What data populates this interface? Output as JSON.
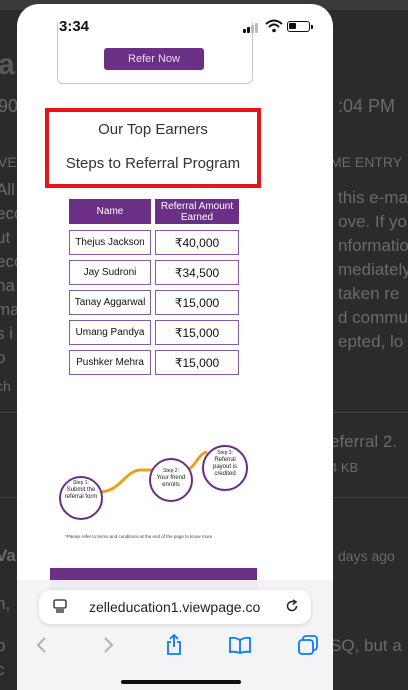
{
  "background": {
    "title_fragment": "a",
    "date_fragment": "90",
    "time_fragment": ":04 PM",
    "left_label": "VE",
    "right_label": "ME ENTRY",
    "body_left": [
      "All",
      "eco",
      "ut",
      "eco",
      "ha",
      "ma",
      "s i",
      "o"
    ],
    "body_right": [
      "this e-ma",
      "ove. If yo",
      "nformatio",
      "mediately",
      "taken re",
      "d commu",
      "epted, lo"
    ],
    "left_extra": "ch",
    "attachment_name": "eferral 2.",
    "attachment_size": "4 KB",
    "sender_fragment": "Va",
    "days_ago": "days ago",
    "n_fragment": "n,",
    "b_fragment": "b",
    "c_fragment": "c",
    "sq_fragment": "SQ, but a"
  },
  "status_bar": {
    "time": "3:34"
  },
  "page": {
    "refer_button": "Refer Now",
    "top_earners_title": "Our Top Earners",
    "steps_title": "Steps to Referral Program",
    "table": {
      "headers": [
        "Name",
        "Referral Amount Earned"
      ],
      "rows": [
        {
          "name": "Thejus Jackson",
          "amount": "₹40,000"
        },
        {
          "name": "Jay Sudroni",
          "amount": "₹34,500"
        },
        {
          "name": "Tanay Aggarwal",
          "amount": "₹15,000"
        },
        {
          "name": "Umang Pandya",
          "amount": "₹15,000"
        },
        {
          "name": "Pushker Mehra",
          "amount": "₹15,000"
        }
      ]
    },
    "steps": [
      {
        "title": "Step 1:",
        "text": "Submit the referral form"
      },
      {
        "title": "Step 2:",
        "text": "Your friend enrolls"
      },
      {
        "title": "Step 3:",
        "text": "Referral payout is credited"
      }
    ],
    "note": "*Please refer to terms and conditions at the end of the page to know more"
  },
  "browser": {
    "url": "zelleducation1.viewpage.co",
    "icons": [
      "back-icon",
      "forward-icon",
      "share-icon",
      "bookmarks-icon",
      "tabs-icon"
    ],
    "accent": "#0a7aff"
  }
}
